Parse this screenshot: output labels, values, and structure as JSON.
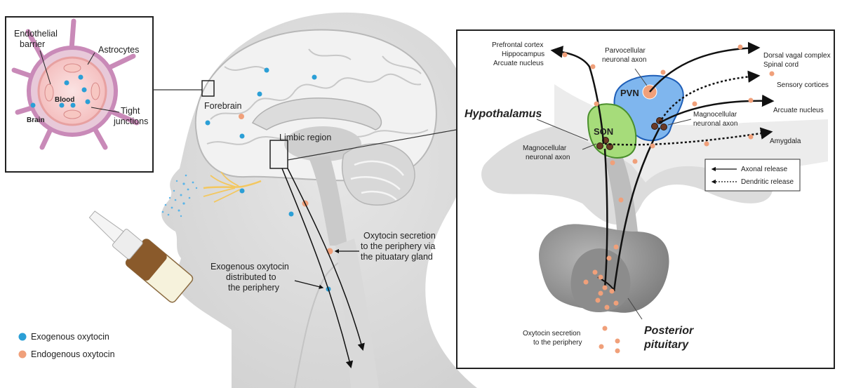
{
  "inset_bbb": {
    "endothelial": [
      "Endothelial",
      "barrier"
    ],
    "astrocytes": "Astrocytes",
    "blood": "Blood",
    "brain": "Brain",
    "tight": [
      "Tight",
      "junctions"
    ]
  },
  "head": {
    "forebrain": "Forebrain",
    "limbic": "Limbic region",
    "secretion": [
      "Oxytocin secretion",
      "to the periphery via",
      "the pituatary gland"
    ],
    "exogenous": [
      "Exogenous oxytocin",
      "distributed to",
      "the periphery"
    ]
  },
  "legend": {
    "exogenous": "Exogenous oxytocin",
    "endogenous": "Endogenous oxytocin"
  },
  "right_panel": {
    "hypothalamus": "Hypothalamus",
    "prefrontal": [
      "Prefrontal cortex",
      "Hippocampus",
      "Arcuate nucleus"
    ],
    "parvocellular": [
      "Parvocellular",
      "neuronal axon"
    ],
    "dorsal": [
      "Dorsal vagal complex",
      "Spinal cord"
    ],
    "sensory": "Sensory cortices",
    "arcuate": "Arcuate nucleus",
    "magno_right": [
      "Magnocellular",
      "neuronal axon"
    ],
    "amygdala": "Amygdala",
    "magno_left": [
      "Magnocellular",
      "neuronal axon"
    ],
    "pvn": "PVN",
    "son": "SON",
    "release_legend": {
      "axonal": "Axonal release",
      "dendritic": "Dendritic release"
    },
    "periphery": [
      "Oxytocin secretion",
      "to the periphery"
    ],
    "posterior": [
      "Posterior",
      "pituitary"
    ]
  },
  "colors": {
    "exogenous": "#2b9fd6",
    "endogenous": "#f0a07a",
    "pvn": "#7fb6ee",
    "son": "#a6dc7a",
    "astro": "#c98ab8"
  }
}
